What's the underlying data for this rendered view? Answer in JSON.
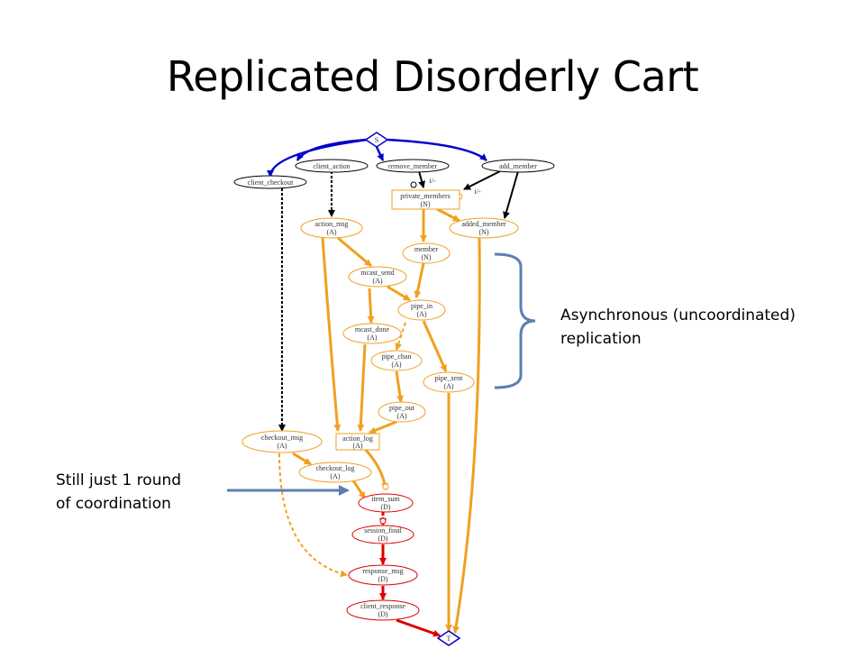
{
  "slide": {
    "title": "Replicated Disorderly Cart"
  },
  "annotations": {
    "async": {
      "line1": "Asynchronous (uncoordinated)",
      "line2": "replication"
    },
    "coordination": {
      "line1": "Still just 1 round",
      "line2": "of coordination"
    }
  },
  "diagram": {
    "colors": {
      "source": "#0000cc",
      "async": "#f0a020",
      "coordinated": "#dd0000",
      "black": "#000000",
      "annotation": "#5b7fb0"
    },
    "nodes": {
      "top": {
        "label": "S"
      },
      "client_action": {
        "label": "client_action"
      },
      "remove_member": {
        "label": "remove_member"
      },
      "add_member": {
        "label": "add_member"
      },
      "client_checkout": {
        "label": "client_checkout"
      },
      "private_members": {
        "label": "private_members",
        "sub": "(N)"
      },
      "action_msg": {
        "label": "action_msg",
        "sub": "(A)"
      },
      "added_member": {
        "label": "added_member",
        "sub": "(N)"
      },
      "member": {
        "label": "member",
        "sub": "(N)"
      },
      "mcast_send": {
        "label": "mcast_send",
        "sub": "(A)"
      },
      "pipe_in": {
        "label": "pipe_in",
        "sub": "(A)"
      },
      "mcast_done": {
        "label": "mcast_done",
        "sub": "(A)"
      },
      "pipe_chan": {
        "label": "pipe_chan",
        "sub": "(A)"
      },
      "pipe_sent": {
        "label": "pipe_sent",
        "sub": "(A)"
      },
      "pipe_out": {
        "label": "pipe_out",
        "sub": "(A)"
      },
      "checkout_msg": {
        "label": "checkout_msg",
        "sub": "(A)"
      },
      "action_log": {
        "label": "action_log",
        "sub": "(A)"
      },
      "checkout_log": {
        "label": "checkout_log",
        "sub": "(A)"
      },
      "item_sum": {
        "label": "item_sum",
        "sub": "(D)"
      },
      "session_final": {
        "label": "session_final",
        "sub": "(D)"
      },
      "response_msg": {
        "label": "response_msg",
        "sub": "(D)"
      },
      "client_response": {
        "label": "client_response",
        "sub": "(D)"
      },
      "bottom": {
        "label": "T"
      }
    },
    "edge_labels": {
      "neg1": "i/-",
      "neg2": "i/-"
    }
  }
}
